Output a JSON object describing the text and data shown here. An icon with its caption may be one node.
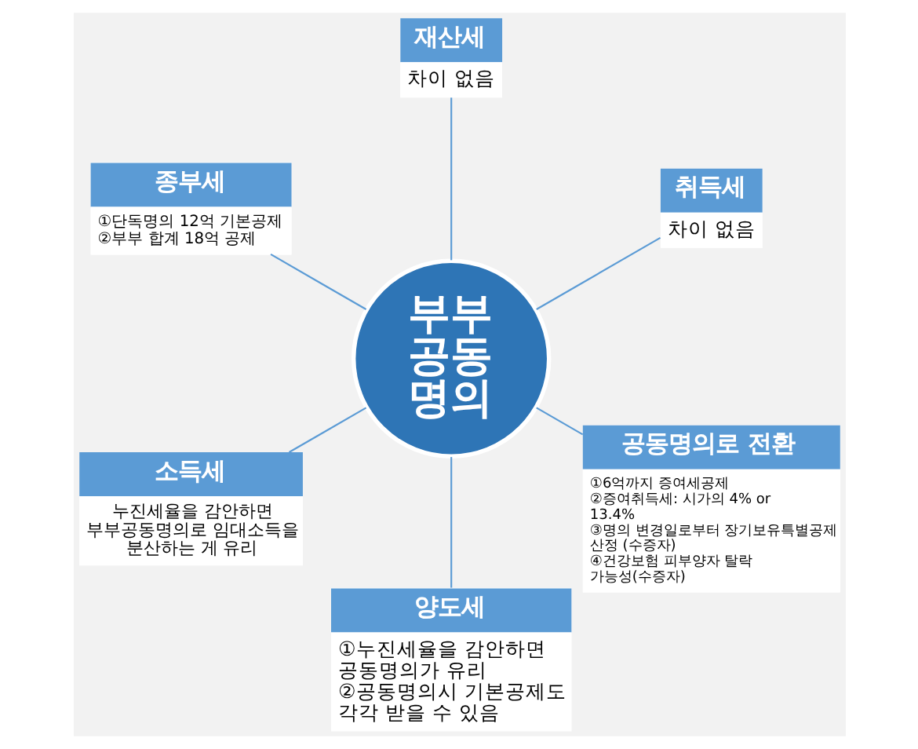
{
  "diagram": {
    "nodes": [
      {
        "text": [
          "부부 공동 명의"
        ]
      },
      {
        "text": [
          "취득세",
          "차이 없음"
        ]
      },
      {
        "text": [
          "재산세",
          "차이 없음"
        ]
      },
      {
        "text": [
          "종부세",
          "①단독명의 12억 기본공제",
          "②부부 합계 18억 공제"
        ]
      },
      {
        "text": [
          "소득세",
          "누진세율을 감안하면 부부공동명의로 임대소득을 분산하는 게 유리"
        ]
      },
      {
        "text": [
          "양도세",
          "①누진세율을 감안하면 공동명의가 유리",
          "②공동명의시 기본공제도 각각 받을 수 있음"
        ]
      },
      {
        "text": [
          "공동명의로 전환",
          "①6억까지 증여세공제",
          "②증여취득세: 시가의 4% or 13.4%",
          "③명의 변경일로부터 장기보유특별공제 산정 (수증자)",
          "④건강보험 피부양자 탈락 가능성(수증자)"
        ]
      }
    ],
    "edges": [
      {
        "from": 0,
        "to": 1,
        "arrow": "none"
      },
      {
        "from": 0,
        "to": 2,
        "arrow": "none"
      },
      {
        "from": 0,
        "to": 3,
        "arrow": "none"
      },
      {
        "from": 0,
        "to": 4,
        "arrow": "none"
      },
      {
        "from": 0,
        "to": 5,
        "arrow": "none"
      },
      {
        "from": 0,
        "to": 6,
        "arrow": "none"
      }
    ]
  }
}
